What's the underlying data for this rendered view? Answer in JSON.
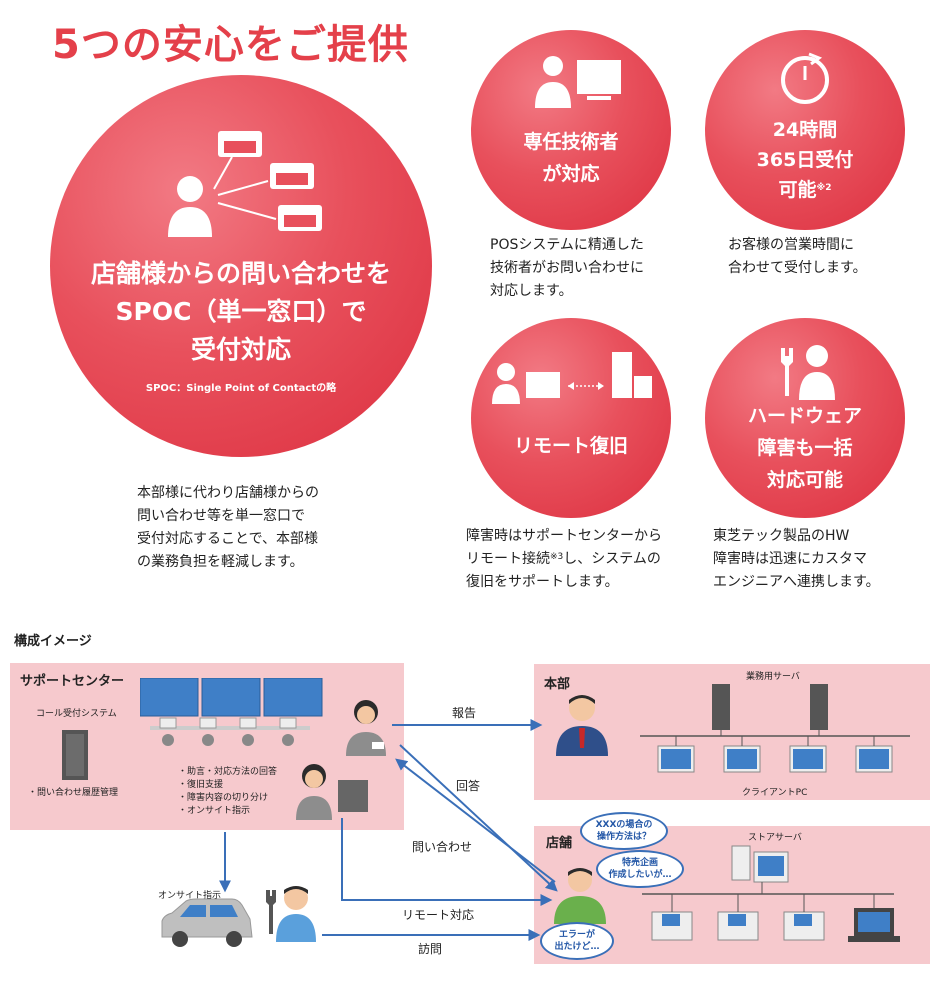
{
  "title": "5つの安心をご提供",
  "spoc": {
    "line1": "店舗様からの問い合わせを",
    "line2": "SPOC（単一窓口）で",
    "line3": "受付対応",
    "note": "SPOC：Single Point of Contactの略",
    "desc": [
      "本部様に代わり店舗様からの",
      "問い合わせ等を単一窓口で",
      "受付対応することで、本部様",
      "の業務負担を軽減します。"
    ]
  },
  "specialist": {
    "line1": "専任技術者",
    "line2": "が対応",
    "desc": [
      "POSシステムに精通した",
      "技術者がお問い合わせに",
      "対応します。"
    ]
  },
  "allday": {
    "line1": "24時間",
    "line2": "365日受付",
    "line3": "可能",
    "note": "※2",
    "desc": [
      "お客様の営業時間に",
      "合わせて受付します。"
    ]
  },
  "remote": {
    "line1": "リモート復旧",
    "desc1": "障害時はサポートセンターから",
    "desc2a": "リモート接続",
    "desc2note": "※3",
    "desc2b": "し、システムの",
    "desc3": "復旧をサポートします。"
  },
  "hardware": {
    "line1": "ハードウェア",
    "line2": "障害も一括",
    "line3": "対応可能",
    "desc": [
      "東芝テック製品のHW",
      "障害時は迅速にカスタマ",
      "エンジニアへ連携します。"
    ]
  },
  "diagram": {
    "heading": "構成イメージ",
    "support_center": "サポートセンター",
    "call_system": "コール受付システム",
    "inquiry_history": "・問い合わせ履歴管理",
    "tasks": [
      "・助言・対応方法の回答",
      "・復旧支援",
      "・障害内容の切り分け",
      "・オンサイト指示"
    ],
    "honbu": "本部",
    "business_server": "業務用サーバ",
    "client_pc": "クライアントPC",
    "tenpo": "店舗",
    "store_server": "ストアサーバ",
    "onsite": "オンサイト指示",
    "report": "報告",
    "answer": "回答",
    "inquiry": "問い合わせ",
    "remote_support": "リモート対応",
    "visit": "訪問",
    "bubble1": [
      "XXXの場合の",
      "操作方法は？"
    ],
    "bubble2": [
      "特売企画",
      "作成したいが…"
    ],
    "bubble3": [
      "エラーが",
      "出たけど…"
    ]
  },
  "colors": {
    "accent": "#e4404a",
    "box": "#f6c9cd",
    "arrow": "#3a6fb8"
  }
}
